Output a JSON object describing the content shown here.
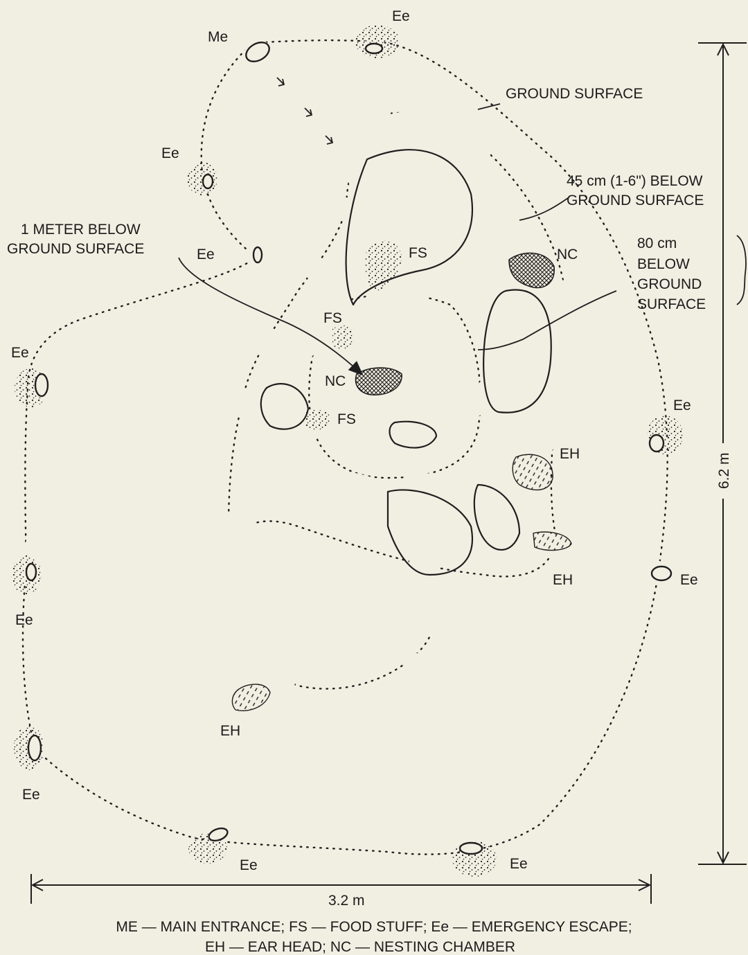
{
  "labels": {
    "me": "Me",
    "ee": "Ee",
    "fs": "FS",
    "nc": "NC",
    "eh": "EH"
  },
  "annotations": {
    "ground_surface": "GROUND SURFACE",
    "depth_45_line1": "45 cm (1-6\") BELOW",
    "depth_45_line2": "GROUND SURFACE",
    "depth_1m_line1": "1 METER BELOW",
    "depth_1m_line2": "GROUND SURFACE",
    "depth_80_line1": "80 cm",
    "depth_80_line2": "BELOW",
    "depth_80_line3": "GROUND",
    "depth_80_line4": "SURFACE"
  },
  "dimensions": {
    "width": "3.2 m",
    "height": "6.2 m"
  },
  "legend": {
    "line1": "ME — MAIN ENTRANCE; FS — FOOD STUFF; Ee — EMERGENCY ESCAPE;",
    "line2": "EH — EAR HEAD; NC — NESTING CHAMBER"
  },
  "colors": {
    "background": "#f1efe2",
    "ink": "#1f1f1f"
  }
}
